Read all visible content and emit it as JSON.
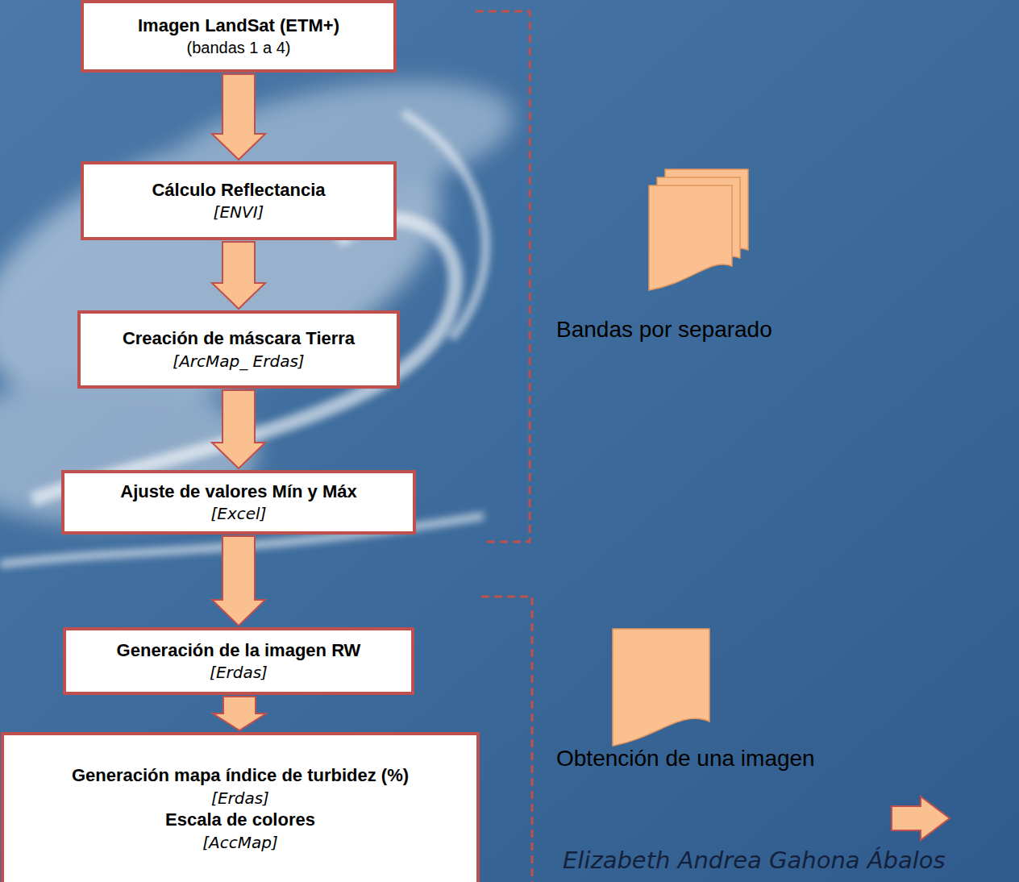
{
  "diagram": {
    "nodes": [
      {
        "text": [
          "Imagen LandSat (ETM+)",
          "(bandas 1 a 4)"
        ]
      },
      {
        "text": [
          "Cálculo Reflectancia",
          "[ENVI]"
        ]
      },
      {
        "text": [
          "Creación de máscara Tierra",
          "[ArcMap_ Erdas]"
        ]
      },
      {
        "text": [
          "Ajuste de valores Mín y Máx",
          "[Excel]"
        ]
      },
      {
        "text": [
          "Generación de la imagen RW",
          "[Erdas]"
        ]
      },
      {
        "text": [
          "Generación mapa índice de turbidez (%)",
          "[Erdas]",
          "Escala de colores",
          "[AccMap]"
        ]
      }
    ],
    "edges": [
      {
        "from": 0,
        "to": 1,
        "arrow": "to"
      },
      {
        "from": 1,
        "to": 2,
        "arrow": "to"
      },
      {
        "from": 2,
        "to": 3,
        "arrow": "to"
      },
      {
        "from": 3,
        "to": 4,
        "arrow": "to"
      },
      {
        "from": 4,
        "to": 5,
        "arrow": "to"
      }
    ],
    "labels": [
      "Bandas por separado",
      "Obtención de una imagen",
      "Elizabeth Andrea Gahona Ábalos"
    ]
  }
}
